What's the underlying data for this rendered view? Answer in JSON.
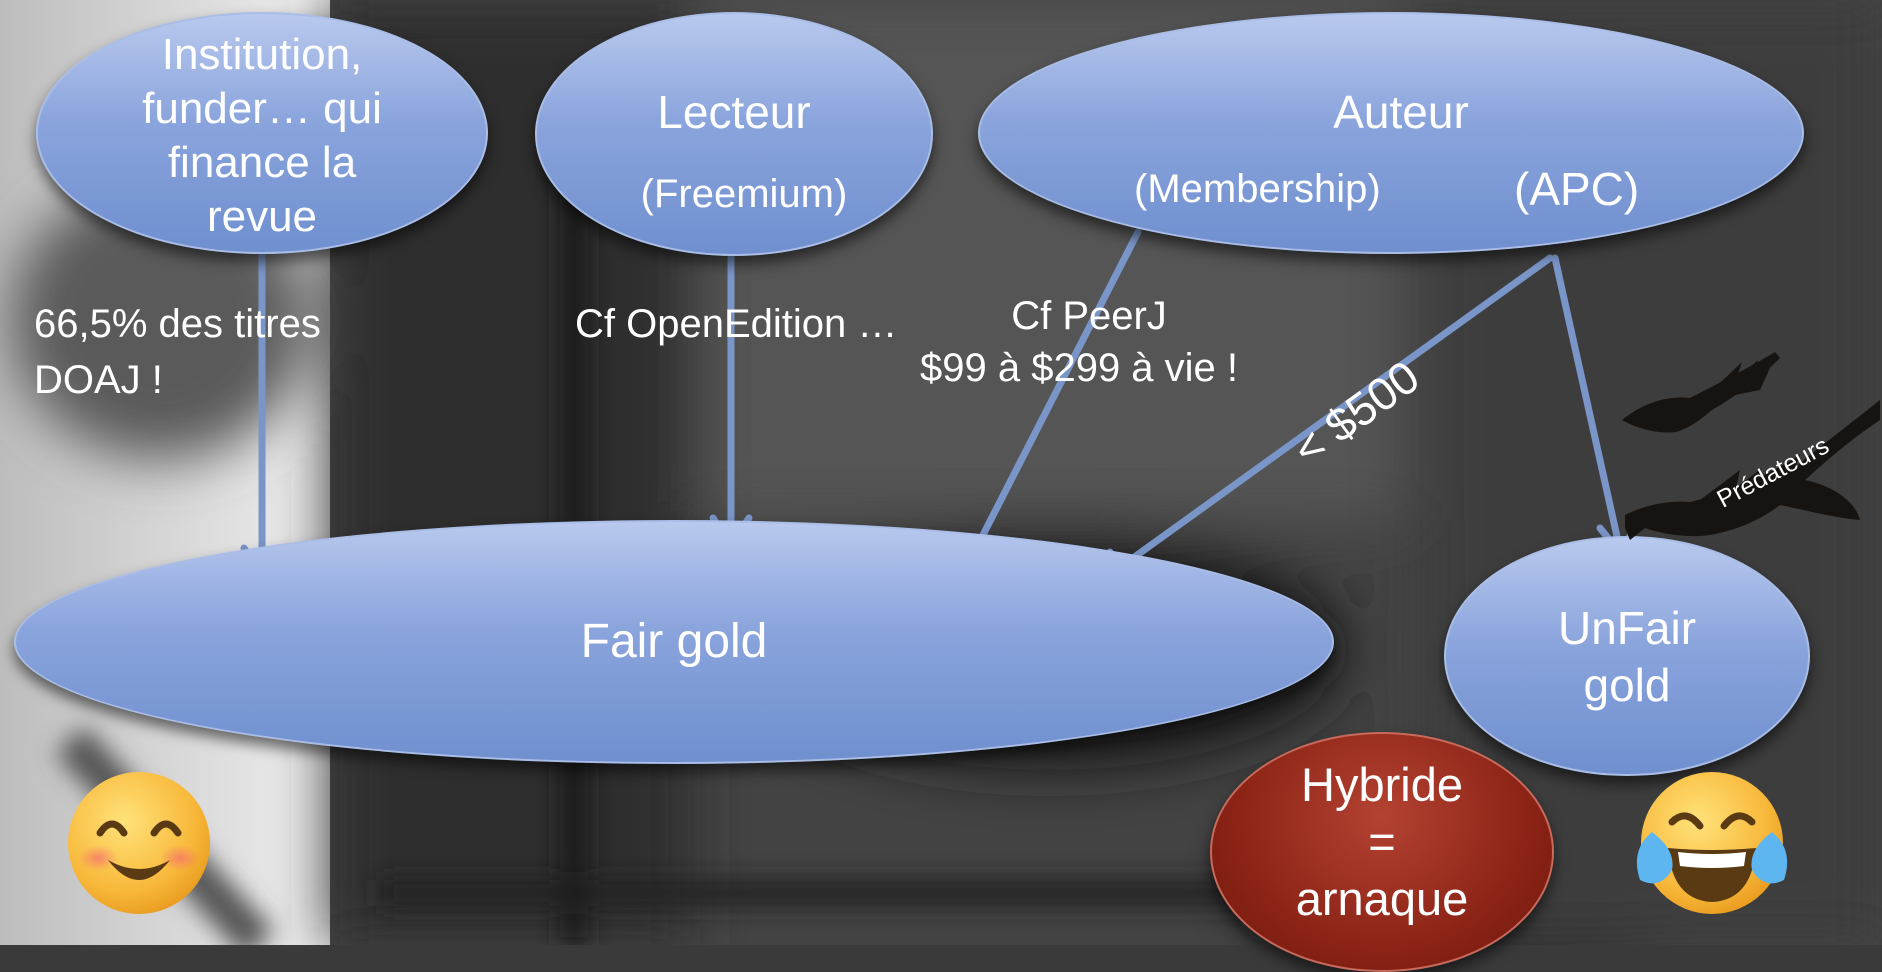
{
  "nodes": {
    "institution": {
      "lines": [
        "Institution,",
        "funder… qui",
        "finance la",
        "revue"
      ]
    },
    "lecteur": {
      "title": "Lecteur",
      "sub": "(Freemium)"
    },
    "auteur": {
      "title": "Auteur",
      "membership": "(Membership)",
      "apc": "(APC)"
    },
    "fair_gold": {
      "label": "Fair gold"
    },
    "unfair_gold": {
      "lines": [
        "UnFair",
        "gold"
      ]
    },
    "hybride": {
      "lines": [
        "Hybride",
        "=",
        "arnaque"
      ]
    }
  },
  "annotations": {
    "doaj": [
      "66,5% des titres",
      "DOAJ !"
    ],
    "openedition": "Cf OpenEdition …",
    "peerj": [
      "Cf PeerJ",
      "$99 à $299 à vie !"
    ],
    "apc_price": "< $500",
    "predateurs": "Prédateurs"
  },
  "colors": {
    "ellipse": "#8aa4dc",
    "arrow": "#7a95c8",
    "hybride": "#8c2416",
    "background": "#3a3a3a"
  },
  "icons": [
    "smiling-face-emoji",
    "tears-of-joy-emoji",
    "vulture-silhouette"
  ]
}
